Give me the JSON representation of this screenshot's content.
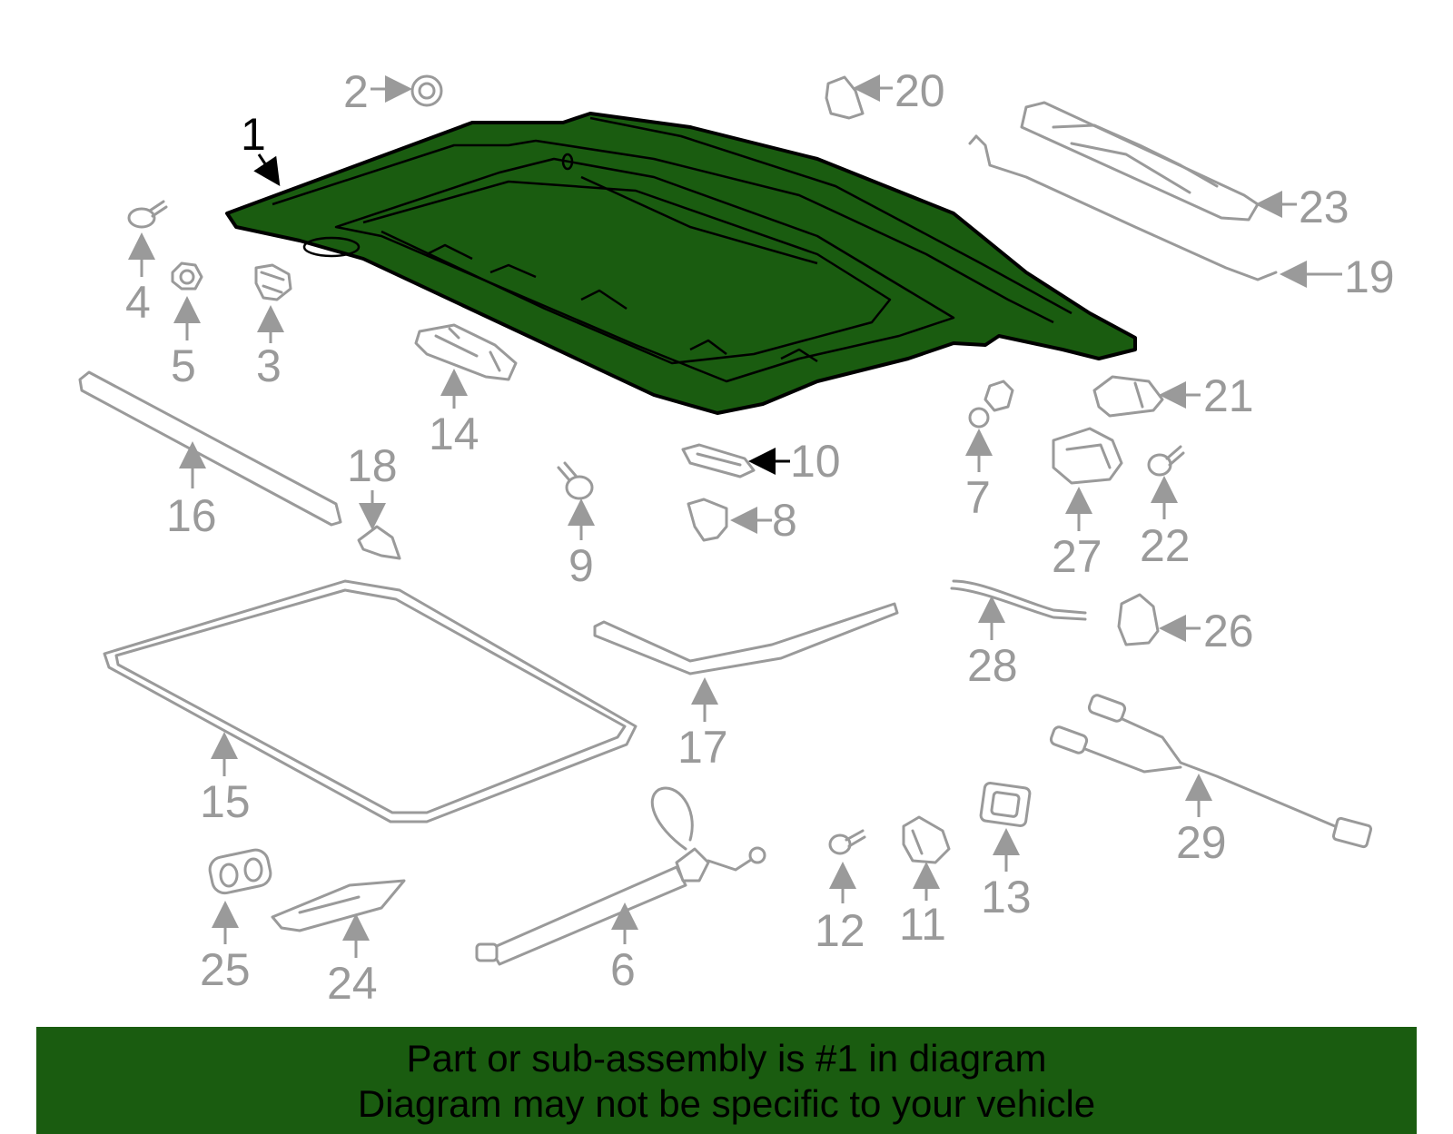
{
  "highlight_color": "#1a5c10",
  "callout_color": "#9a9a9a",
  "callouts": {
    "c1": "1",
    "c2": "2",
    "c3": "3",
    "c4": "4",
    "c5": "5",
    "c6": "6",
    "c7": "7",
    "c8": "8",
    "c9": "9",
    "c10": "10",
    "c11": "11",
    "c12": "12",
    "c13": "13",
    "c14": "14",
    "c15": "15",
    "c16": "16",
    "c17": "17",
    "c18": "18",
    "c19": "19",
    "c20": "20",
    "c21": "21",
    "c22": "22",
    "c23": "23",
    "c24": "24",
    "c25": "25",
    "c26": "26",
    "c27": "27",
    "c28": "28",
    "c29": "29"
  },
  "banner": {
    "line1": "Part or sub-assembly is #1 in diagram",
    "line2": "Diagram may not be specific to your vehicle"
  }
}
